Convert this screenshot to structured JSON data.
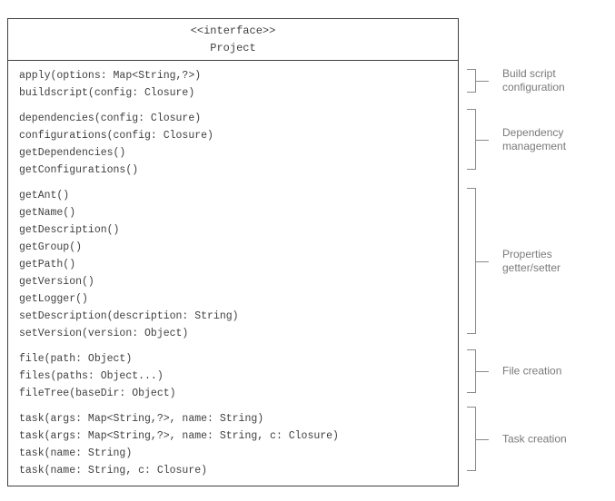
{
  "class_box": {
    "stereotype": "<<interface>>",
    "name": "Project",
    "sections": [
      {
        "group": "build-script-configuration",
        "methods": [
          "apply(options: Map<String,?>)",
          "buildscript(config: Closure)"
        ]
      },
      {
        "group": "dependency-management",
        "methods": [
          "dependencies(config: Closure)",
          "configurations(config: Closure)",
          "getDependencies()",
          "getConfigurations()"
        ]
      },
      {
        "group": "properties-getter-setter",
        "methods": [
          "getAnt()",
          "getName()",
          "getDescription()",
          "getGroup()",
          "getPath()",
          "getVersion()",
          "getLogger()",
          "setDescription(description: String)",
          "setVersion(version: Object)"
        ]
      },
      {
        "group": "file-creation",
        "methods": [
          "file(path: Object)",
          "files(paths: Object...)",
          "fileTree(baseDir: Object)"
        ]
      },
      {
        "group": "task-creation",
        "methods": [
          "task(args: Map<String,?>, name: String)",
          "task(args: Map<String,?>, name: String, c: Closure)",
          "task(name: String)",
          "task(name: String, c: Closure)"
        ]
      }
    ]
  },
  "annotations": [
    {
      "label": "Build script configuration",
      "lines": [
        "Build script",
        "configuration"
      ]
    },
    {
      "label": "Dependency management",
      "lines": [
        "Dependency",
        "management"
      ]
    },
    {
      "label": "Properties getter/setter",
      "lines": [
        "Properties",
        "getter/setter"
      ]
    },
    {
      "label": "File creation",
      "lines": [
        "File creation"
      ]
    },
    {
      "label": "Task creation",
      "lines": [
        "Task creation"
      ]
    }
  ],
  "colors": {
    "background": "#ffffff",
    "box_border": "#3f3f3f",
    "method_text": "#404040",
    "bracket_line": "#8a8a8a",
    "annotation_text": "#7a7a7a"
  }
}
